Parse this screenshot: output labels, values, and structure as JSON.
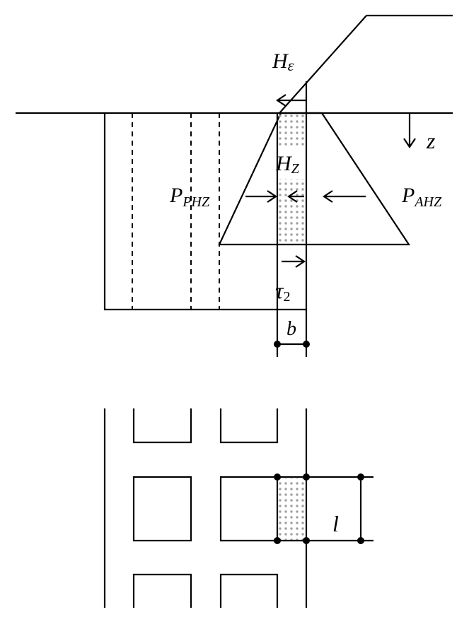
{
  "labels": {
    "h_epsilon": "H",
    "h_epsilon_sub": "ε",
    "z": "z",
    "h_z": "H",
    "h_z_sub": "Z",
    "p_phz": "P",
    "p_phz_sub": "PHZ",
    "p_ahz": "P",
    "p_ahz_sub": "AHZ",
    "tau": "τ",
    "tau_sub": "2",
    "b": "b",
    "l": "l"
  },
  "colors": {
    "line": "#000000",
    "dots": "#a0a0a0",
    "background": "#ffffff"
  }
}
